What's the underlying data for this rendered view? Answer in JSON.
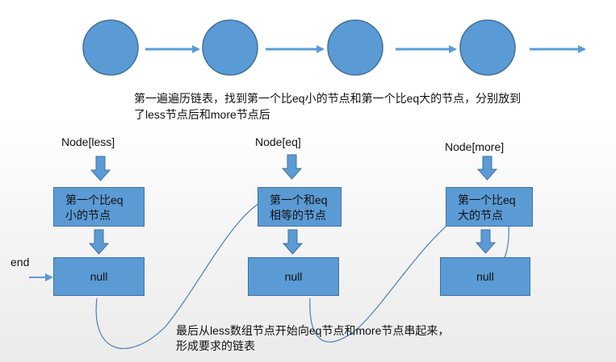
{
  "description": {
    "line1": "第一遍遍历链表，找到第一个比eq小的节点和第一个比eq大的节点，分别放到",
    "line2": "了less节点后和more节点后"
  },
  "columns": [
    {
      "header": "Node[less]",
      "box_line1": "第一个比eq",
      "box_line2": "小的节点",
      "null_label": "null"
    },
    {
      "header": "Node[eq]",
      "box_line1": "第一个和eq",
      "box_line2": "相等的节点",
      "null_label": "null"
    },
    {
      "header": "Node[more]",
      "box_line1": "第一个比eq",
      "box_line2": "大的节点",
      "null_label": "null"
    }
  ],
  "end_label": "end",
  "footer": {
    "line1": "最后从less数组节点开始向eq节点和more节点串起来，",
    "line2": "形成要求的链表"
  },
  "colors": {
    "fill": "#5b9bd5",
    "border": "#41719c",
    "connector": "#4a7fb8"
  }
}
